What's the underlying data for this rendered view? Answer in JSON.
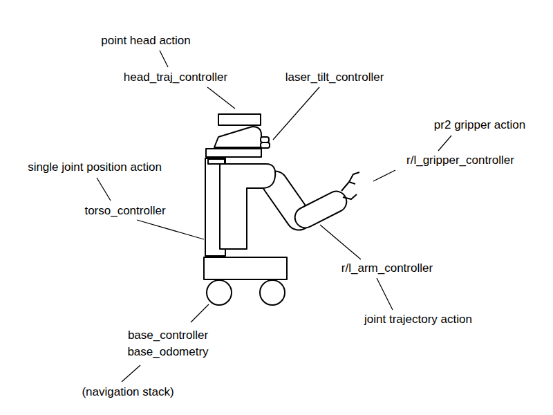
{
  "diagram": {
    "labels": [
      "point head action",
      "head_traj_controller",
      "laser_tilt_controller",
      "pr2 gripper action",
      "r/l_gripper_controller",
      "single joint position action",
      "torso_controller",
      "r/l_arm_controller",
      "joint trajectory action",
      "base_controller",
      "base_odometry",
      "(navigation stack)"
    ]
  }
}
